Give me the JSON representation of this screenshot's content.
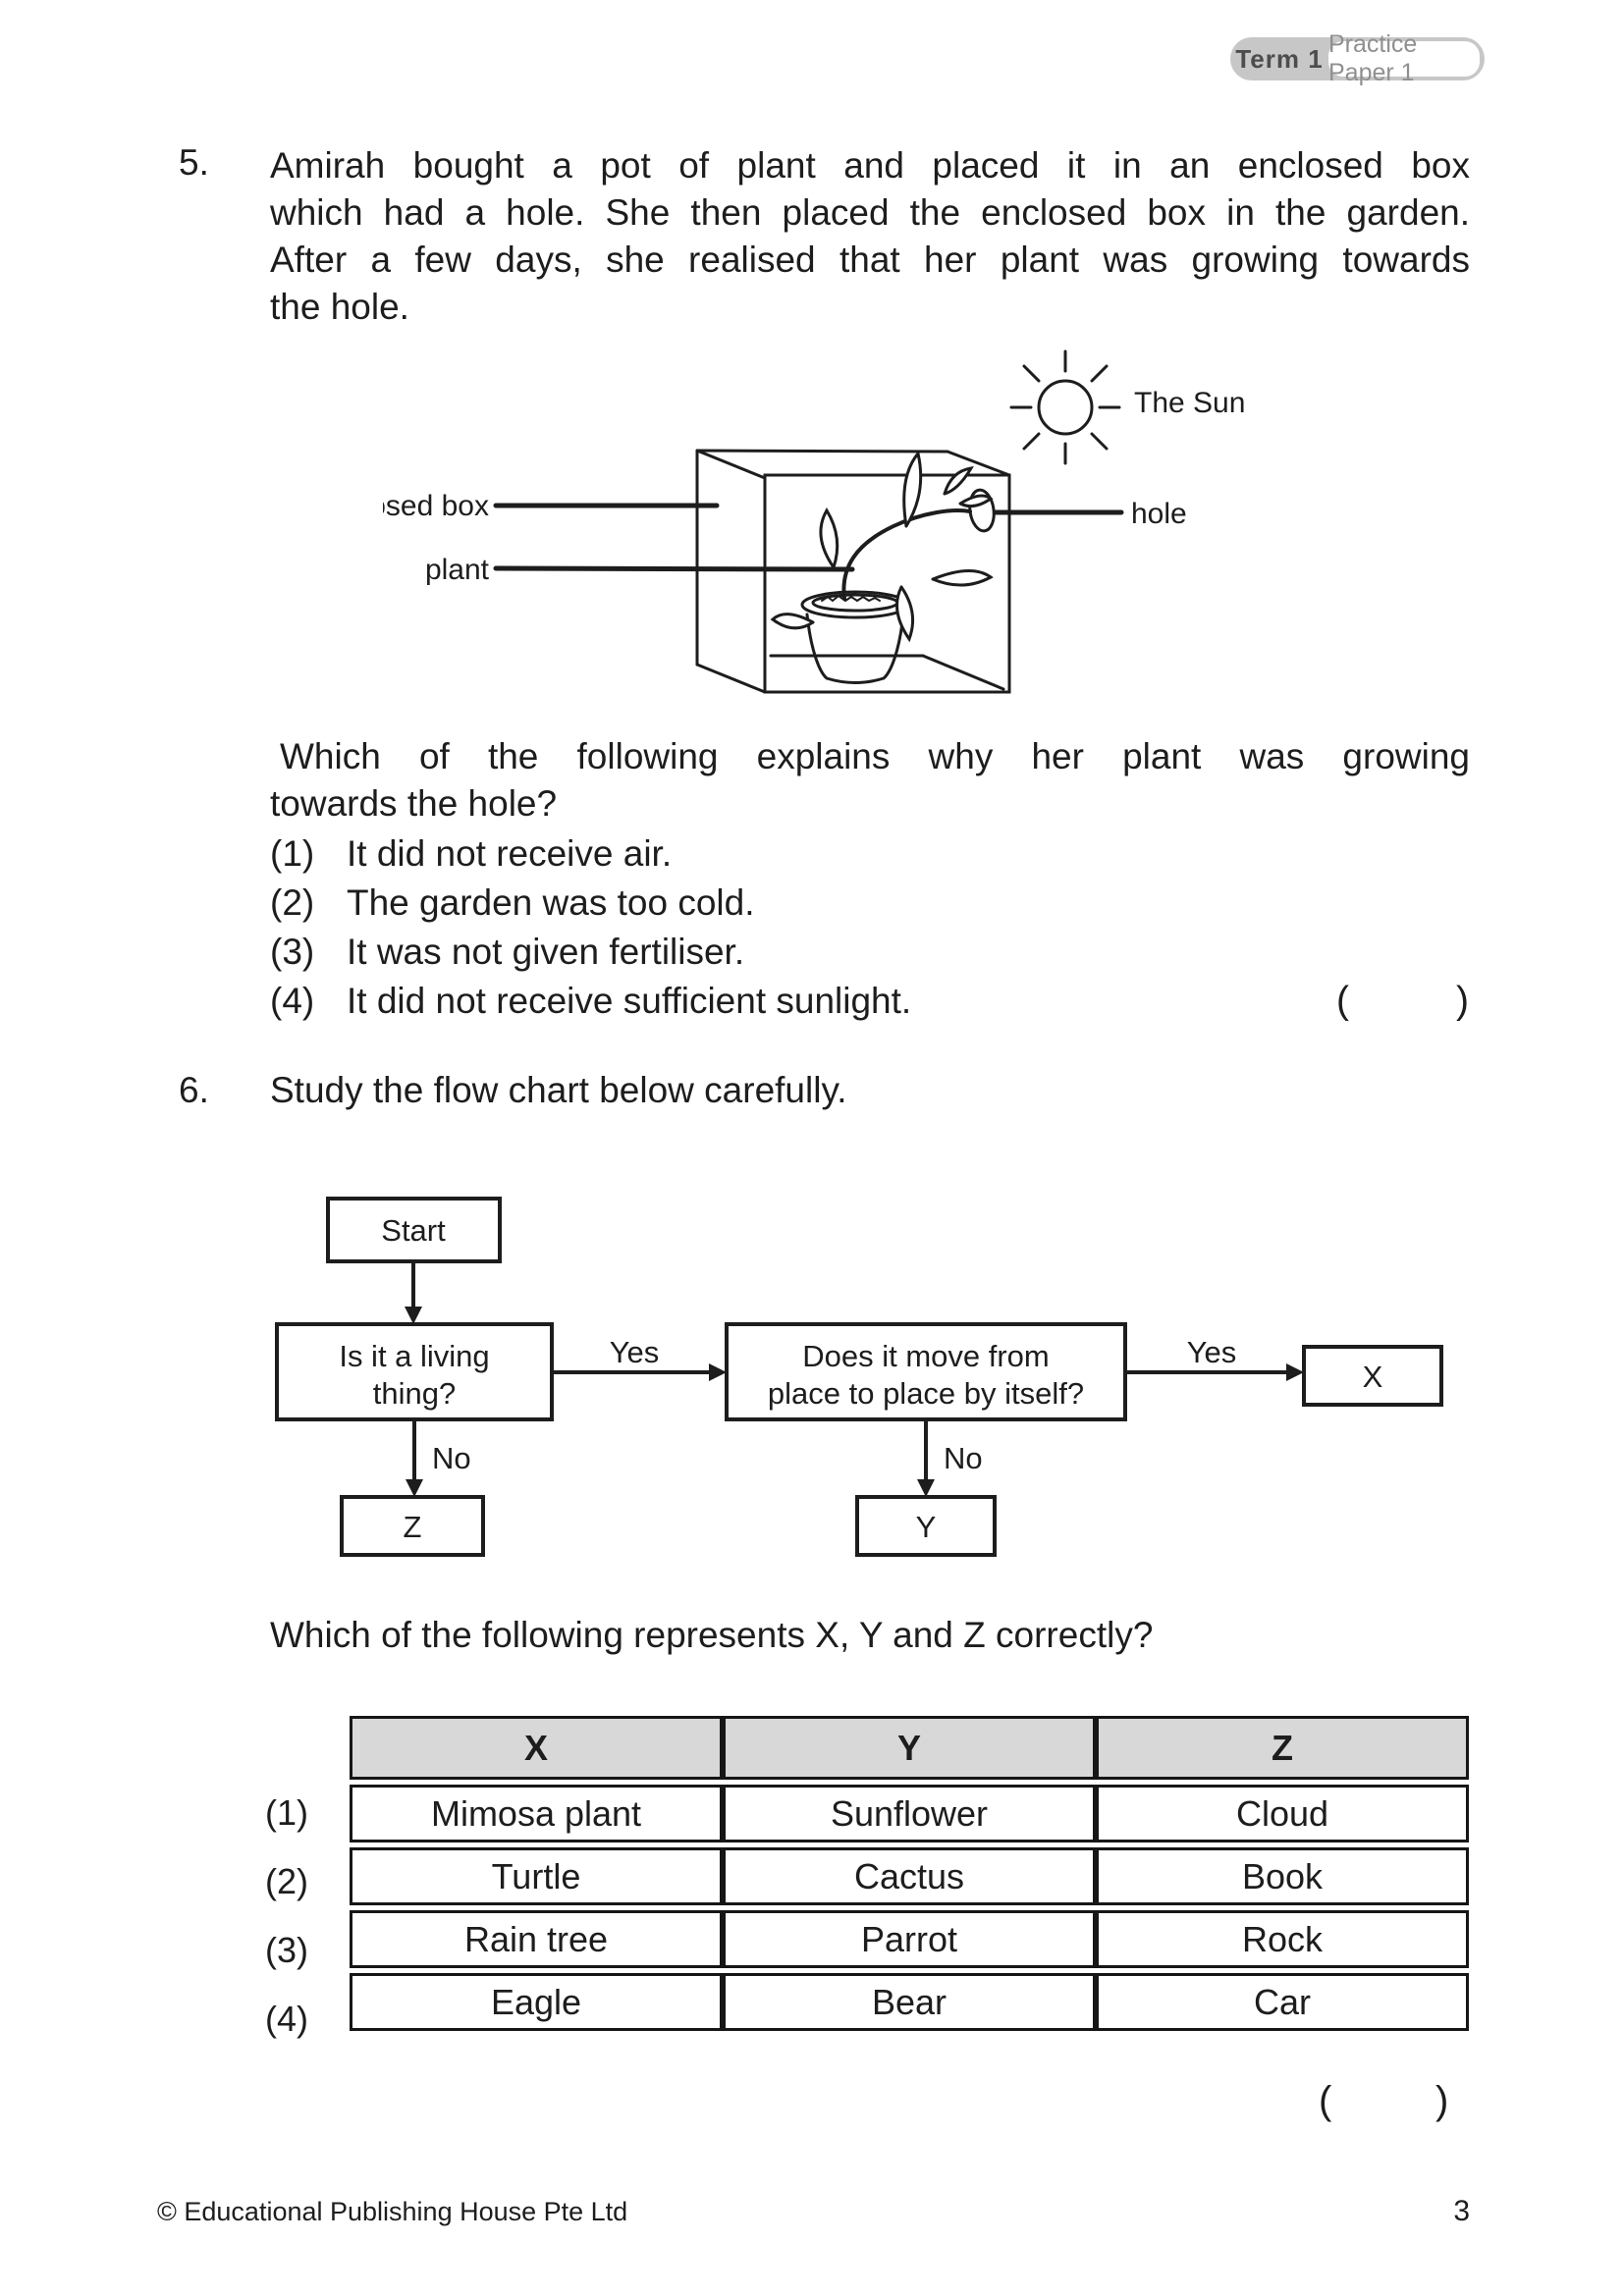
{
  "colors": {
    "text": "#1d1d1d",
    "table_header_bg": "#d8d8d8",
    "badge_bg": "#c7c7c7",
    "badge_term_text": "#4d4d4d",
    "badge_paper_text": "#909090"
  },
  "header": {
    "term": "Term 1",
    "paper": "Practice Paper 1"
  },
  "q5": {
    "number": "5.",
    "para": [
      "Amirah bought a pot of plant and placed it in an enclosed box",
      "which had a hole. She then placed the enclosed box in the garden.",
      "After a few days, she realised that her plant was growing towards",
      "the hole."
    ],
    "diagram": {
      "sun_label": "The Sun",
      "box_label": "enclosed box",
      "plant_label": "plant",
      "hole_label": "hole"
    },
    "stem": [
      "Which of the following explains why her plant was growing",
      "towards the hole?"
    ],
    "options": [
      {
        "num": "(1)",
        "text": "It did not receive air."
      },
      {
        "num": "(2)",
        "text": "The garden was too cold."
      },
      {
        "num": "(3)",
        "text": "It was not given fertiliser."
      },
      {
        "num": "(4)",
        "text": "It did not receive sufficient sunlight."
      }
    ],
    "answer_open": "(",
    "answer_close": ")"
  },
  "q6": {
    "number": "6.",
    "intro": "Study the flow chart below carefully.",
    "flowchart": {
      "start": "Start",
      "q1_line1": "Is it a living",
      "q1_line2": "thing?",
      "q2_line1": "Does it move from",
      "q2_line2": "place to place by itself?",
      "yes1": "Yes",
      "yes2": "Yes",
      "no1": "No",
      "no2": "No",
      "x": "X",
      "y": "Y",
      "z": "Z"
    },
    "stem": "Which of the following represents X, Y and Z correctly?",
    "table": {
      "headers": [
        "X",
        "Y",
        "Z"
      ],
      "rows": [
        {
          "label": "(1)",
          "cells": [
            "Mimosa plant",
            "Sunflower",
            "Cloud"
          ]
        },
        {
          "label": "(2)",
          "cells": [
            "Turtle",
            "Cactus",
            "Book"
          ]
        },
        {
          "label": "(3)",
          "cells": [
            "Rain tree",
            "Parrot",
            "Rock"
          ]
        },
        {
          "label": "(4)",
          "cells": [
            "Eagle",
            "Bear",
            "Car"
          ]
        }
      ]
    },
    "answer_open": "(",
    "answer_close": ")"
  },
  "footer": {
    "copyright": "© Educational Publishing House Pte Ltd",
    "page": "3"
  }
}
